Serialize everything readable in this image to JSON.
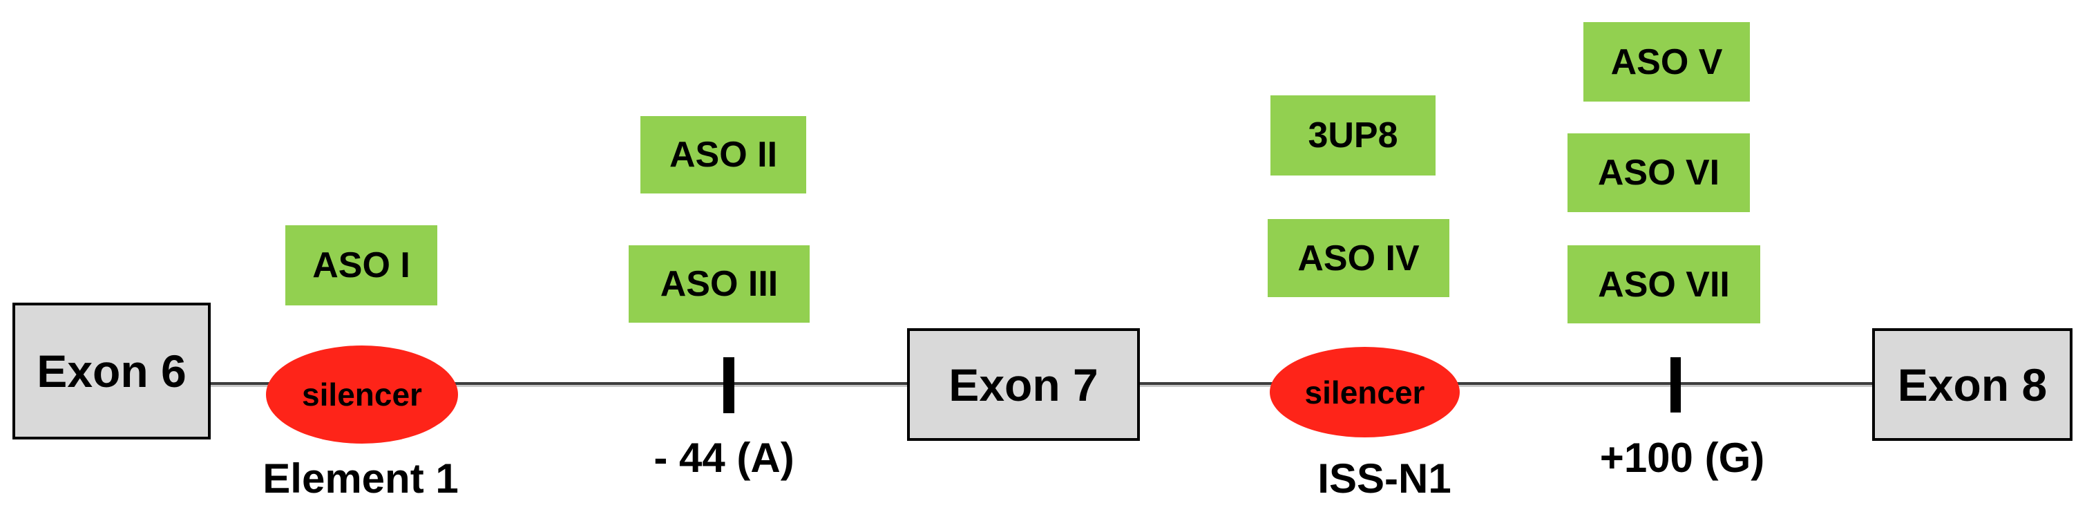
{
  "colors": {
    "aso_box_green": "#92d050",
    "silencer_red": "#fe2419",
    "exon_fill_gray": "#d9d9d9",
    "exon_border_black": "#000000",
    "intron_line_dark": "#3d3d3d",
    "intron_line_light": "#c8c8c8",
    "text_black": "#000000",
    "background_white": "#ffffff"
  },
  "exons": [
    {
      "label": "Exon 6"
    },
    {
      "label": "Exon 7"
    },
    {
      "label": "Exon 8"
    }
  ],
  "silencers": [
    {
      "oval_label": "silencer",
      "name": "Element 1"
    },
    {
      "oval_label": "silencer",
      "name": "ISS-N1"
    }
  ],
  "aso_labels": {
    "aso_i": "ASO I",
    "aso_ii": "ASO II",
    "aso_iii": "ASO III",
    "threeup8": "3UP8",
    "aso_iv": "ASO IV",
    "aso_v": "ASO V",
    "aso_vi": "ASO VI",
    "aso_vii": "ASO VII"
  },
  "position_markers": [
    {
      "label": "- 44 (A)"
    },
    {
      "label": "+100 (G)"
    }
  ]
}
